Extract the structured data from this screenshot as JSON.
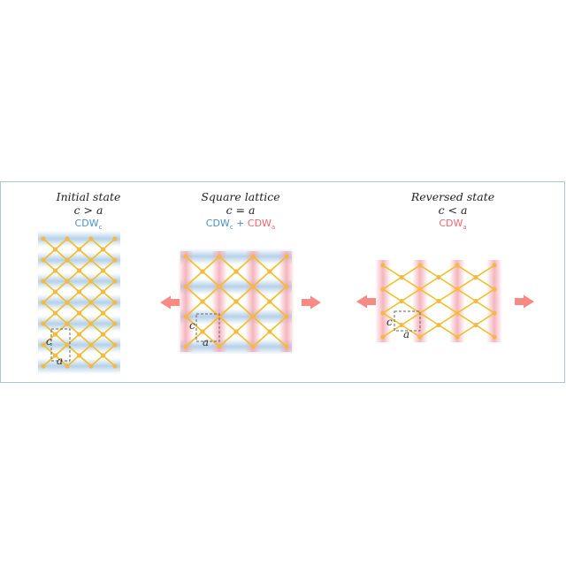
{
  "panels": [
    {
      "title": "Initial state",
      "relation": "c > a",
      "cdw_parts": [
        {
          "text": "CDW",
          "sub": "c",
          "kind": "c"
        }
      ]
    },
    {
      "title": "Square lattice",
      "relation": "c = a",
      "cdw_parts": [
        {
          "text": "CDW",
          "sub": "c",
          "kind": "c"
        },
        {
          "text": "CDW",
          "sub": "a",
          "kind": "a"
        }
      ],
      "joiner": " + "
    },
    {
      "title": "Reversed state",
      "relation": "c < a",
      "cdw_parts": [
        {
          "text": "CDW",
          "sub": "a",
          "kind": "a"
        }
      ]
    }
  ],
  "cell_labels": {
    "c": "c",
    "a": "a"
  },
  "colors": {
    "lattice": "#f0c020",
    "node": "#f2b84a",
    "cdw_c": "#a9c9e6",
    "cdw_a": "#f3a8b2",
    "arrow": "#f88a86",
    "frame": "#a8c8d8"
  }
}
